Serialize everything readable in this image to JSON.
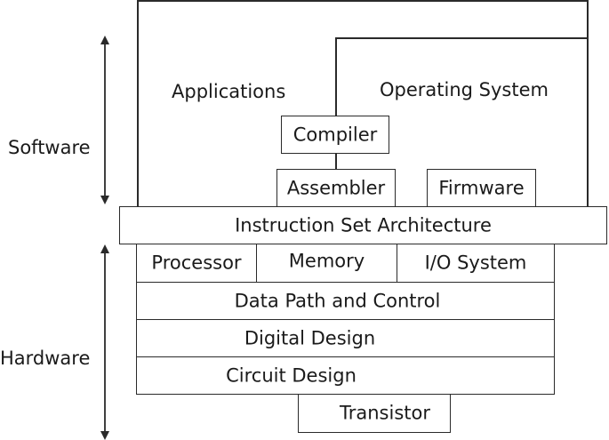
{
  "side_labels": {
    "software": "Software",
    "hardware": "Hardware"
  },
  "software_layer": {
    "applications": "Applications",
    "operating_system": "Operating System",
    "compiler": "Compiler",
    "assembler": "Assembler",
    "firmware": "Firmware"
  },
  "isa": "Instruction Set Architecture",
  "hardware_layer": {
    "processor": "Processor",
    "memory": "Memory",
    "io_system": "I/O System",
    "data_path": "Data Path and  Control",
    "digital_design": "Digital Design",
    "circuit_design": "Circuit Design",
    "transistor": "Transistor"
  }
}
